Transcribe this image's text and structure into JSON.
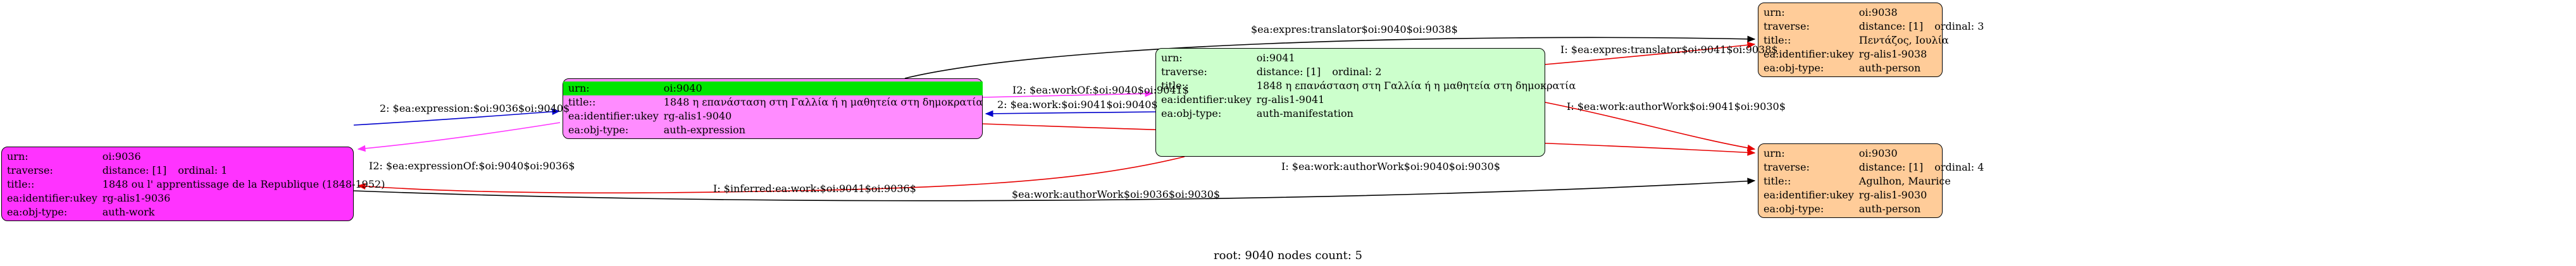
{
  "colors": {
    "work": "#ff33ff",
    "expression": "#ff8cff",
    "manifestation": "#ccffcc",
    "person": "#ffcc99",
    "highlight": "#00e600",
    "edge_black": "#000000",
    "edge_blue": "#0000cc",
    "edge_red": "#e60000",
    "edge_magenta": "#ff33ff"
  },
  "nodes": [
    {
      "id": "oi9036",
      "type": "work",
      "rows": [
        {
          "k": "urn:",
          "v": "oi:9036"
        },
        {
          "k": "traverse:",
          "v": "distance: [1]",
          "v2": "ordinal: 1"
        },
        {
          "k": "title::",
          "v": "1848 ou l' apprentissage de la Republique (1848-1952)"
        },
        {
          "k": "ea:identifier:ukey",
          "v": "rg-alis1-9036"
        },
        {
          "k": "ea:obj-type:",
          "v": "auth-work"
        }
      ]
    },
    {
      "id": "oi9040",
      "type": "expression",
      "highlight_first": true,
      "rows": [
        {
          "k": "urn:",
          "v": "oi:9040"
        },
        {
          "k": "title::",
          "v": "1848 η επανάσταση στη Γαλλία ή η μαθητεία στη δημοκρατία"
        },
        {
          "k": "ea:identifier:ukey",
          "v": "rg-alis1-9040"
        },
        {
          "k": "ea:obj-type:",
          "v": "auth-expression"
        }
      ]
    },
    {
      "id": "oi9041",
      "type": "manifestation",
      "rows": [
        {
          "k": "urn:",
          "v": "oi:9041"
        },
        {
          "k": "traverse:",
          "v": "distance: [1]",
          "v2": "ordinal: 2"
        },
        {
          "k": "title::",
          "v": "1848 η επανάσταση στη Γαλλία ή η μαθητεία στη δημοκρατία"
        },
        {
          "k": "ea:identifier:ukey",
          "v": "rg-alis1-9041"
        },
        {
          "k": "ea:obj-type:",
          "v": "auth-manifestation"
        }
      ]
    },
    {
      "id": "oi9038",
      "type": "person",
      "rows": [
        {
          "k": "urn:",
          "v": "oi:9038"
        },
        {
          "k": "traverse:",
          "v": "distance: [1]",
          "v2": "ordinal: 3"
        },
        {
          "k": "title::",
          "v": "Πεντάζος, Ιουλία"
        },
        {
          "k": "ea:identifier:ukey",
          "v": "rg-alis1-9038"
        },
        {
          "k": "ea:obj-type:",
          "v": "auth-person"
        }
      ]
    },
    {
      "id": "oi9030",
      "type": "person",
      "rows": [
        {
          "k": "urn:",
          "v": "oi:9030"
        },
        {
          "k": "traverse:",
          "v": "distance: [1]",
          "v2": "ordinal: 4"
        },
        {
          "k": "title::",
          "v": "Agulhon, Maurice"
        },
        {
          "k": "ea:identifier:ukey",
          "v": "rg-alis1-9030"
        },
        {
          "k": "ea:obj-type:",
          "v": "auth-person"
        }
      ]
    }
  ],
  "edges": [
    {
      "from": "oi9036",
      "to": "oi9040",
      "color": "edge_blue",
      "label": "2: $ea:expression:$oi:9036$oi:9040$"
    },
    {
      "from": "oi9040",
      "to": "oi9036",
      "color": "edge_magenta",
      "label": "I2: $ea:expressionOf:$oi:9040$oi:9036$"
    },
    {
      "from": "oi9040",
      "to": "oi9041",
      "color": "edge_magenta",
      "label": "I2: $ea:workOf:$oi:9040$oi:9041$"
    },
    {
      "from": "oi9041",
      "to": "oi9040",
      "color": "edge_blue",
      "label": "2: $ea:work:$oi:9041$oi:9040$"
    },
    {
      "from": "oi9040",
      "to": "oi9038",
      "color": "edge_black",
      "label": "$ea:expres:translator$oi:9040$oi:9038$"
    },
    {
      "from": "oi9041",
      "to": "oi9038",
      "color": "edge_red",
      "label": "I: $ea:expres:translator$oi:9041$oi:9038$"
    },
    {
      "from": "oi9041",
      "to": "oi9030",
      "color": "edge_red",
      "label": "I: $ea:work:authorWork$oi:9041$oi:9030$"
    },
    {
      "from": "oi9040",
      "to": "oi9030",
      "color": "edge_red",
      "label": "I: $ea:work:authorWork$oi:9040$oi:9030$"
    },
    {
      "from": "oi9041",
      "to": "oi9036",
      "color": "edge_red",
      "label": "I: $inferred:ea:work:$oi:9041$oi:9036$"
    },
    {
      "from": "oi9036",
      "to": "oi9030",
      "color": "edge_black",
      "label": "$ea:work:authorWork$oi:9036$oi:9030$"
    }
  ],
  "footer": "root: 9040 nodes count: 5"
}
